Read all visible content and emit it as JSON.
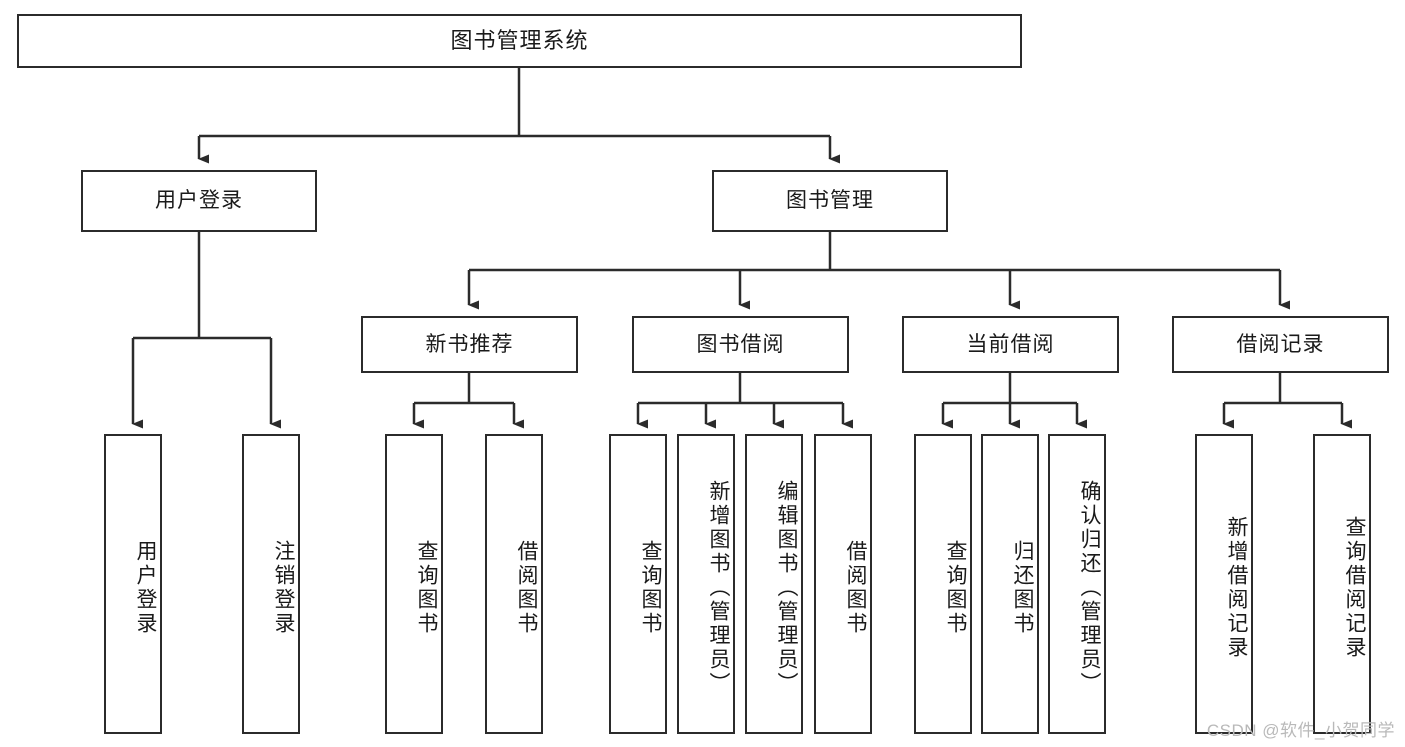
{
  "diagram": {
    "title": "图书管理系统",
    "watermark": "CSDN @软件_小贺同学",
    "line_color": "#2b2b2b",
    "background": "#ffffff",
    "text_color": "#1a1a1a",
    "levels": {
      "root": {
        "label": "图书管理系统"
      },
      "level2": [
        {
          "label": "用户登录"
        },
        {
          "label": "图书管理"
        }
      ],
      "level3": [
        {
          "label": "新书推荐"
        },
        {
          "label": "图书借阅"
        },
        {
          "label": "当前借阅"
        },
        {
          "label": "借阅记录"
        }
      ],
      "leaves": [
        {
          "label": "用户登录",
          "parent": "用户登录"
        },
        {
          "label": "注销登录",
          "parent": "用户登录"
        },
        {
          "label": "查询图书",
          "parent": "新书推荐"
        },
        {
          "label": "借阅图书",
          "parent": "新书推荐"
        },
        {
          "label": "查询图书",
          "parent": "图书借阅"
        },
        {
          "label": "新增图书（管理员）",
          "parent": "图书借阅"
        },
        {
          "label": "编辑图书（管理员）",
          "parent": "图书借阅"
        },
        {
          "label": "借阅图书",
          "parent": "图书借阅"
        },
        {
          "label": "查询图书",
          "parent": "当前借阅"
        },
        {
          "label": "归还图书",
          "parent": "当前借阅"
        },
        {
          "label": "确认归还（管理员）",
          "parent": "当前借阅"
        },
        {
          "label": "新增借阅记录",
          "parent": "借阅记录"
        },
        {
          "label": "查询借阅记录",
          "parent": "借阅记录"
        }
      ]
    }
  }
}
